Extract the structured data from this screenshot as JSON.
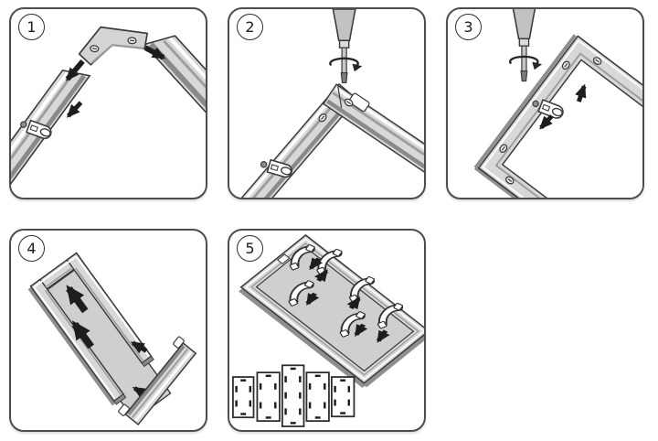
{
  "sheet": {
    "name": "picture-frame-assembly-instructions"
  },
  "steps": [
    {
      "number": "1",
      "illustration": "corner-bracket-and-hanging-clip-slide-into-rail-channels"
    },
    {
      "number": "2",
      "illustration": "tighten-corner-bracket-screw-with-screwdriver"
    },
    {
      "number": "3",
      "illustration": "fasten-hanging-clip-on-assembled-frame-slide-to-position"
    },
    {
      "number": "4",
      "illustration": "slide-backing-panel-into-frame-and-attach-fourth-rail"
    },
    {
      "number": "5",
      "illustration": "turn-spring-clips-to-secure-backing-clip-position-templates"
    }
  ],
  "icons": {
    "step_badge": "circled-number",
    "arrow": "solid-black-arrow",
    "rotation_arrow": "screwdriver-turn-ellipse"
  },
  "colors": {
    "background": "#ffffff",
    "panel_border": "#4d4d4d",
    "outline": "#3a3a3a",
    "metal_light": "#d8d8d8",
    "metal_mid": "#9e9e9e",
    "metal_dark": "#8a8a8a",
    "backing_gray": "#cfcfcf",
    "arrow_black": "#1d1d1b",
    "handle_gray": "#c2c2c2"
  }
}
